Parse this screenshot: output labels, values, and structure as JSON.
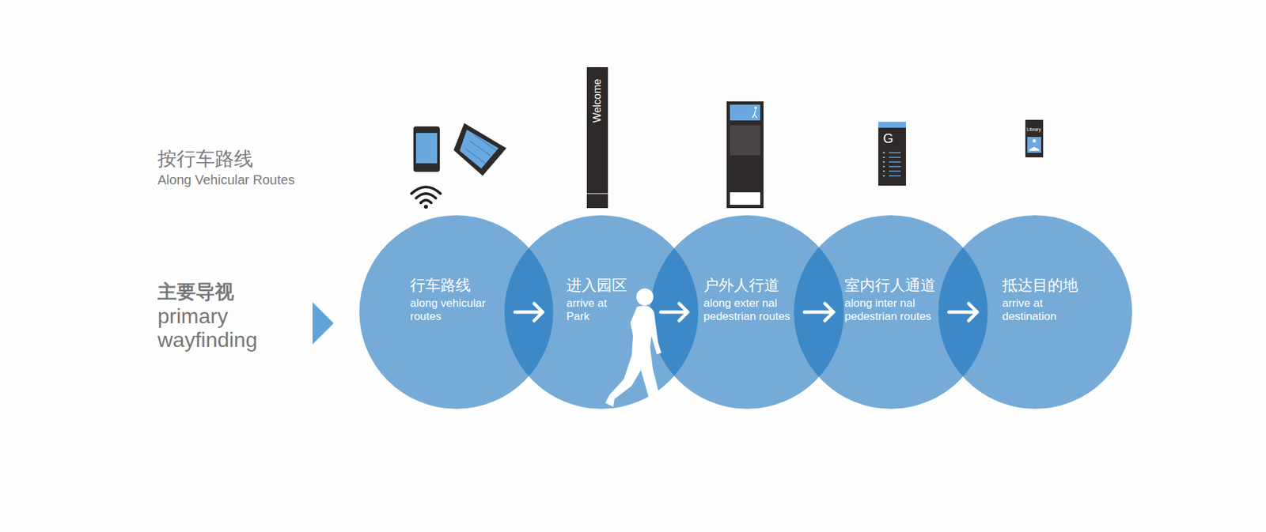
{
  "diagram": {
    "nodes": [
      {
        "text": [
          "行车路线",
          "along vehicular routes"
        ]
      },
      {
        "text": [
          "进入园区",
          "arrive at Park"
        ]
      },
      {
        "text": [
          "户外人行道",
          "along exter nal pedestrian routes"
        ]
      },
      {
        "text": [
          "室内行人通道",
          "along inter nal pedestrian routes"
        ]
      },
      {
        "text": [
          "抵达目的地",
          "arrive at destination"
        ]
      }
    ],
    "edges": [
      {
        "from": 0,
        "to": 1,
        "arrow": "to"
      },
      {
        "from": 1,
        "to": 2,
        "arrow": "to"
      },
      {
        "from": 2,
        "to": 3,
        "arrow": "to"
      },
      {
        "from": 3,
        "to": 4,
        "arrow": "to"
      }
    ],
    "labels": [
      "按行车路线",
      "Along Vehicular Routes",
      "主要导视",
      "primary wayfinding",
      "Welcome",
      "G",
      "Library"
    ]
  }
}
